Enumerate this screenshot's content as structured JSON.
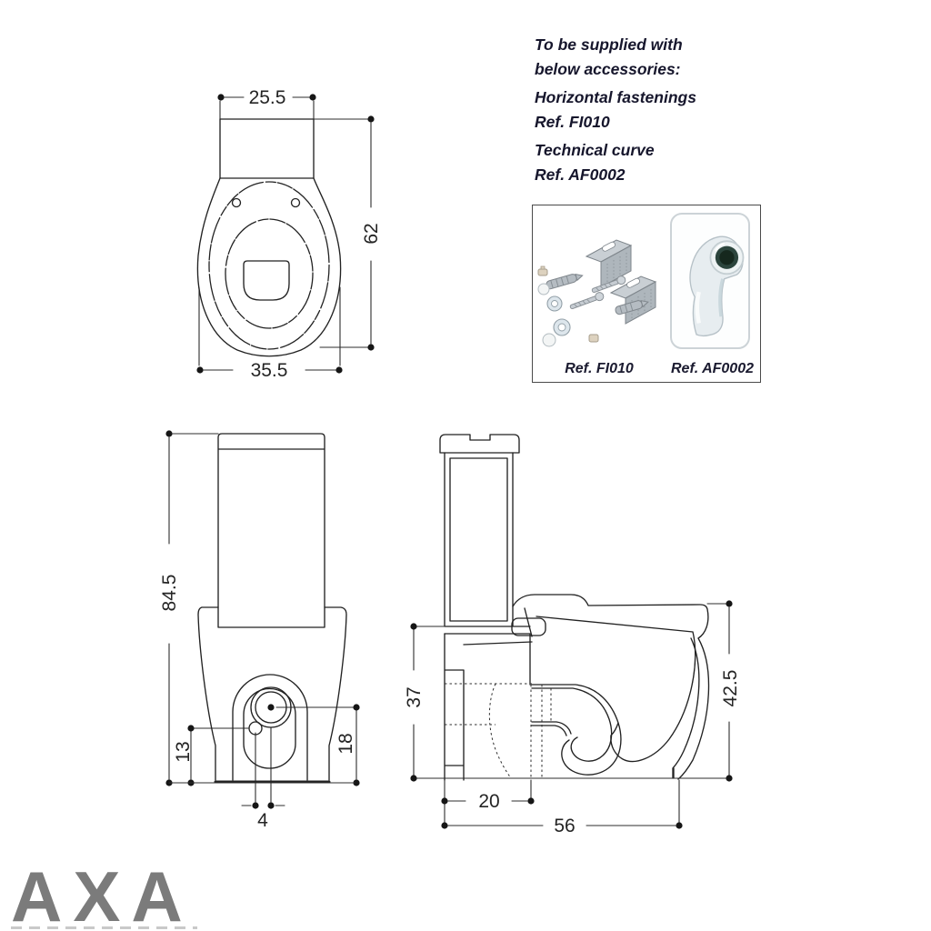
{
  "sheet": {
    "background": "#ffffff",
    "line_color": "#222222",
    "dim_text_color": "#242424"
  },
  "notes": {
    "heading_line1": "To be supplied with",
    "heading_line2": "below accessories:",
    "items": [
      {
        "name": "Horizontal fastenings",
        "ref": "Ref. FI010"
      },
      {
        "name": "Technical curve",
        "ref": "Ref. AF0002"
      }
    ]
  },
  "accessory_box": {
    "items": [
      {
        "label": "Ref. FI010",
        "icon": "fastening-kit-image"
      },
      {
        "label": "Ref. AF0002",
        "icon": "technical-curve-image"
      }
    ]
  },
  "views": {
    "top": {
      "title": "top-view",
      "dims": {
        "width_top": "25.5",
        "length": "62",
        "width_bottom": "35.5"
      }
    },
    "front": {
      "title": "front-view",
      "dims": {
        "height_total": "84.5",
        "inlet_height": "13",
        "outlet_height": "18",
        "center_offset": "4"
      }
    },
    "side": {
      "title": "side-view",
      "dims": {
        "shelf_height": "37",
        "rim_height": "42.5",
        "outlet_setout": "20",
        "depth_total": "56"
      }
    }
  },
  "brand": {
    "logo_text": "AXA",
    "logo_color": "#7b7b7b"
  }
}
